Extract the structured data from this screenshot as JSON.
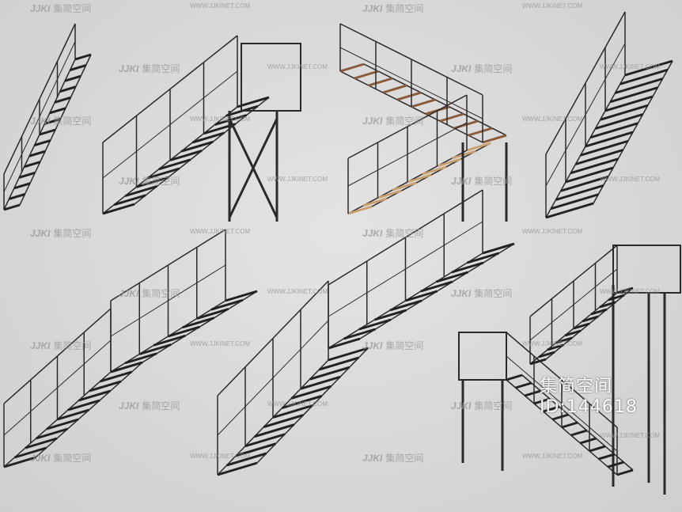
{
  "watermark": {
    "logo": "JJKI",
    "brand": "集简空间",
    "url": "WWW.JJKINET.COM"
  },
  "stamp": {
    "brand": "集简空间",
    "id": "ID:144618"
  },
  "colors": {
    "background": "#d9d9d9",
    "steel": "#2a2a2a",
    "wood": "#8a5a3a"
  }
}
